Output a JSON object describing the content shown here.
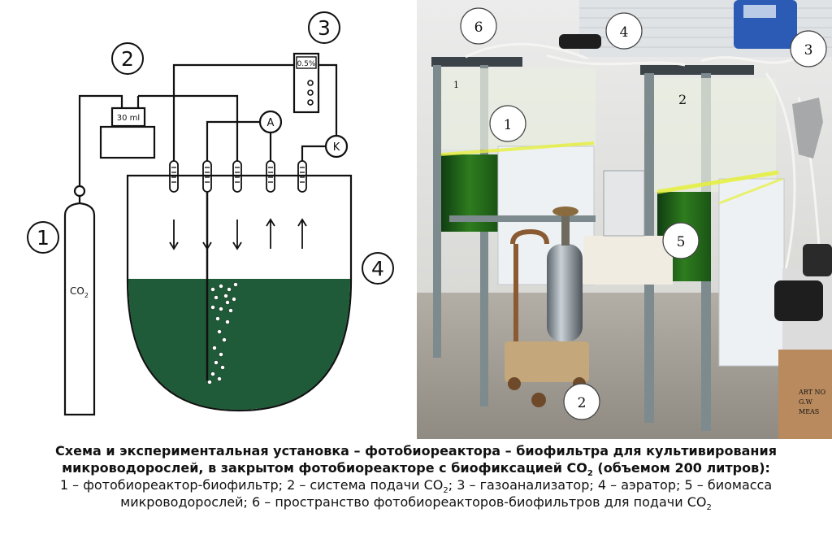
{
  "schematic": {
    "markers": [
      "1",
      "2",
      "3",
      "4"
    ],
    "cylinder_label": "CO",
    "cylinder_label_sub": "2",
    "supply_display": "30 ml",
    "analyzer_display": "0.5%",
    "meter_a": "A",
    "meter_k": "K"
  },
  "photo": {
    "markers": [
      "1",
      "2",
      "3",
      "4",
      "5",
      "6"
    ],
    "frame_numbers": [
      "1",
      "2"
    ],
    "box_text": [
      "ART NO",
      "G.W",
      "MEAS"
    ]
  },
  "caption": {
    "line1": "Схема и экспериментальная установка – фотобиореактора – биофильтра для культивирования",
    "line2_a": "микроводорослей, в закрытом фотобиореакторе с биофиксацией СО",
    "line2_sub": "2",
    "line2_b": " (объемом 200 литров):",
    "line3_a": "1 – фотобиореактор-биофильтр; 2 – система подачи СО",
    "line3_sub1": "2",
    "line3_b": "; 3 – газоанализатор; 4 – аэратор; 5 – биомасса",
    "line4_a": "микроводорослей; 6 – пространство фотобиореакторов-биофильтров для подачи СО",
    "line4_sub": "2"
  },
  "colors": {
    "biomass": "#1f5b38",
    "bubble": "#ffffff",
    "line": "#111111",
    "algae_green": "#2e7d1e",
    "led_yellow": "#e6f03a",
    "frame_grey": "#7d8a8e"
  }
}
